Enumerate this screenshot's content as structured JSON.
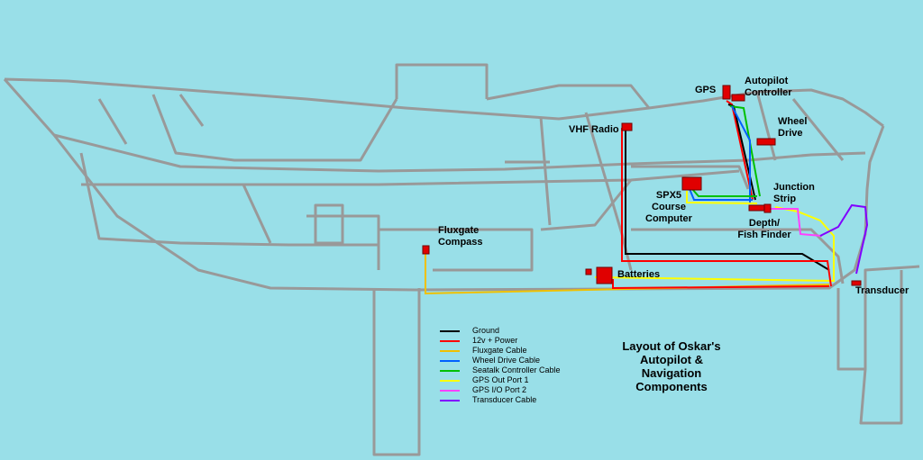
{
  "title": [
    "Layout of Oskar's",
    "Autopilot &",
    "Navigation",
    "Components"
  ],
  "components": {
    "gps": "GPS",
    "autopilot_controller": [
      "Autopilot",
      "Controller"
    ],
    "wheel_drive": [
      "Wheel",
      "Drive"
    ],
    "vhf_radio": "VHF Radio",
    "junction_strip": [
      "Junction",
      "Strip"
    ],
    "spx5": [
      "SPX5",
      "Course",
      "Computer"
    ],
    "depth_finder": [
      "Depth/",
      "Fish Finder"
    ],
    "fluxgate_compass": [
      "Fluxgate",
      "Compass"
    ],
    "batteries": "Batteries",
    "transducer": "Transducer"
  },
  "legend": [
    {
      "label": "Ground",
      "color": "#000000"
    },
    {
      "label": "12v + Power",
      "color": "#ff0000"
    },
    {
      "label": "Fluxgate Cable",
      "color": "#f0c000"
    },
    {
      "label": "Wheel Drive Cable",
      "color": "#0060ff"
    },
    {
      "label": "Seatalk Controller Cable",
      "color": "#00c000"
    },
    {
      "label": "GPS Out Port 1",
      "color": "#ffff00"
    },
    {
      "label": "GPS I/O Port 2",
      "color": "#ff40ff"
    },
    {
      "label": "Transducer Cable",
      "color": "#8000ff"
    }
  ],
  "colors": {
    "background": "#99dfe8",
    "hull": "#999999",
    "component": "#e00000"
  }
}
